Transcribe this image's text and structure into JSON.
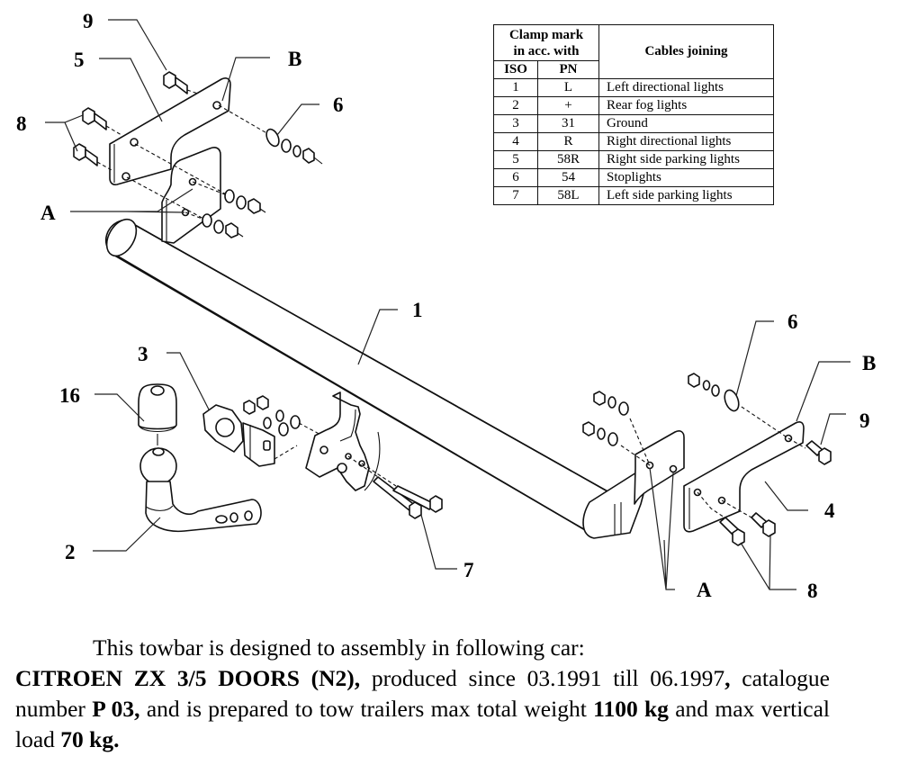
{
  "diagram": {
    "title": "Towbar exploded assembly drawing",
    "callouts": {
      "part_1": "1",
      "part_2": "2",
      "part_3": "3",
      "part_4": "4",
      "part_5": "5",
      "part_6_top": "6",
      "part_6_right": "6",
      "part_7": "7",
      "part_8_left": "8",
      "part_8_right": "8",
      "part_9_top": "9",
      "part_9_right": "9",
      "part_16": "16",
      "point_A_left": "A",
      "point_A_right": "A",
      "point_B_top": "B",
      "point_B_right": "B"
    }
  },
  "wiring_table": {
    "header_group": "Clamp mark in acc. with",
    "header_group_line1": "Clamp mark",
    "header_group_line2": "in acc. with",
    "col_iso": "ISO",
    "col_pn": "PN",
    "col_cables": "Cables joining",
    "rows": [
      {
        "iso": "1",
        "pn": "L",
        "cable": "Left directional lights"
      },
      {
        "iso": "2",
        "pn": "+",
        "cable": "Rear fog lights"
      },
      {
        "iso": "3",
        "pn": "31",
        "cable": "Ground"
      },
      {
        "iso": "4",
        "pn": "R",
        "cable": "Right directional lights"
      },
      {
        "iso": "5",
        "pn": "58R",
        "cable": "Right side parking lights"
      },
      {
        "iso": "6",
        "pn": "54",
        "cable": "Stoplights"
      },
      {
        "iso": "7",
        "pn": "58L",
        "cable": "Left side parking lights"
      }
    ]
  },
  "description": {
    "line1": "This towbar is designed to assembly in following car:",
    "car_model": "CITROEN ZX 3/5 DOORS (N2),",
    "produced_text": " produced since 03.1991 till 06.1997",
    "produced_comma": ",",
    "catalogue_prefix": "catalogue number ",
    "catalogue_number": "P 03,",
    "tow_text": "  and is prepared to tow trailers max total weight ",
    "max_weight": "1100 kg",
    "vertical_text": " and max vertical load ",
    "max_vertical_load": "70 kg."
  }
}
